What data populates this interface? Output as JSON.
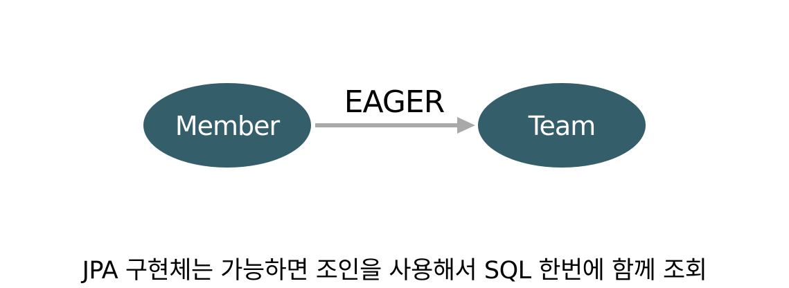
{
  "nodes": {
    "member": {
      "label": "Member"
    },
    "team": {
      "label": "Team"
    }
  },
  "edge": {
    "label": "EAGER"
  },
  "caption": "JPA 구현체는 가능하면 조인을 사용해서 SQL 한번에 함께 조회",
  "colors": {
    "node_fill": "#345E6A",
    "arrow": "#A9A9A9",
    "node_text": "#FFFFFF",
    "text": "#000000"
  }
}
